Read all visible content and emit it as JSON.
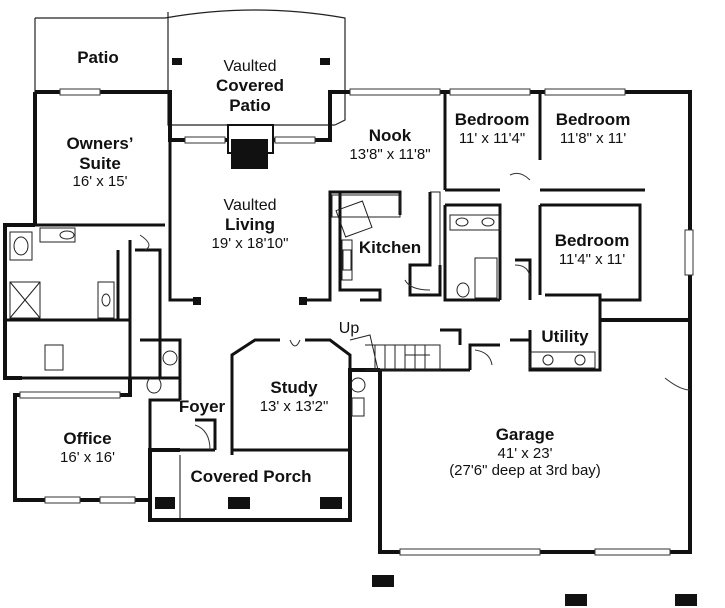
{
  "rooms": {
    "patio": {
      "name": "Patio"
    },
    "covered_patio": {
      "prefix": "Vaulted",
      "name": "Covered",
      "name2": "Patio"
    },
    "owners_suite": {
      "name": "Owners’",
      "name2": "Suite",
      "dims": "16' x 15'"
    },
    "nook": {
      "name": "Nook",
      "dims": "13'8\" x 11'8\""
    },
    "bedroom1": {
      "name": "Bedroom",
      "dims": "11' x 11'4\""
    },
    "bedroom2": {
      "name": "Bedroom",
      "dims": "11'8\" x 11'"
    },
    "bedroom3": {
      "name": "Bedroom",
      "dims": "11'4\" x 11'"
    },
    "living": {
      "prefix": "Vaulted",
      "name": "Living",
      "dims": "19' x 18'10\""
    },
    "kitchen": {
      "name": "Kitchen"
    },
    "utility": {
      "name": "Utility"
    },
    "stairs": {
      "label": "Up"
    },
    "study": {
      "name": "Study",
      "dims": "13' x 13'2\""
    },
    "foyer": {
      "name": "Foyer"
    },
    "office": {
      "name": "Office",
      "dims": "16' x 16'"
    },
    "garage": {
      "name": "Garage",
      "dims": "41' x 23'",
      "note": "(27'6\" deep at 3rd bay)"
    },
    "covered_porch": {
      "name": "Covered Porch"
    }
  }
}
